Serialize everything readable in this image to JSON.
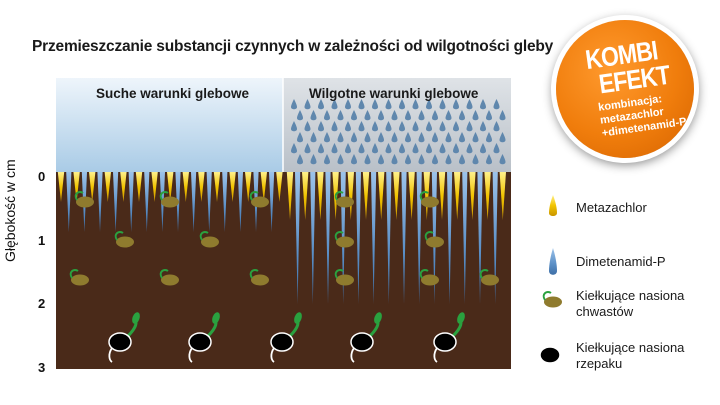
{
  "title": "Przemieszczanie substancji czynnych w zależności od wilgotności gleby",
  "panels": {
    "dry": "Suche warunki glebowe",
    "wet": "Wilgotne warunki glebowe"
  },
  "y_axis_label": "Głębokość w cm",
  "depth_ticks": [
    "0",
    "1",
    "2",
    "3"
  ],
  "badge": {
    "line1": "KOMBI",
    "line2": "EFEKT",
    "line3": "kombinacja:\nmetazachlor\n+dimetenamid-P"
  },
  "legend": [
    {
      "icon": "yellow-drop-icon",
      "label": "Metazachlor"
    },
    {
      "icon": "blue-drop-icon",
      "label": "Dimetenamid-P"
    },
    {
      "icon": "weed-seed-icon",
      "label": "Kiełkujące nasiona\nchwastów"
    },
    {
      "icon": "rape-seed-icon",
      "label": "Kiełkujące nasiona\nrzepaku"
    }
  ],
  "colors": {
    "metazachlor": "#f2c400",
    "dimetenamid": "#5b8fc6",
    "soil": "#4a2a19",
    "dry_sky_top": "#eef5fb",
    "dry_sky_bottom": "#a9cbe6",
    "wet_sky": "#c6ccd3",
    "rain": "#5f87ad",
    "weed_seed": "#8f7b2e",
    "rape_sprout": "#2aa13f",
    "badge": "#f07d0c"
  }
}
